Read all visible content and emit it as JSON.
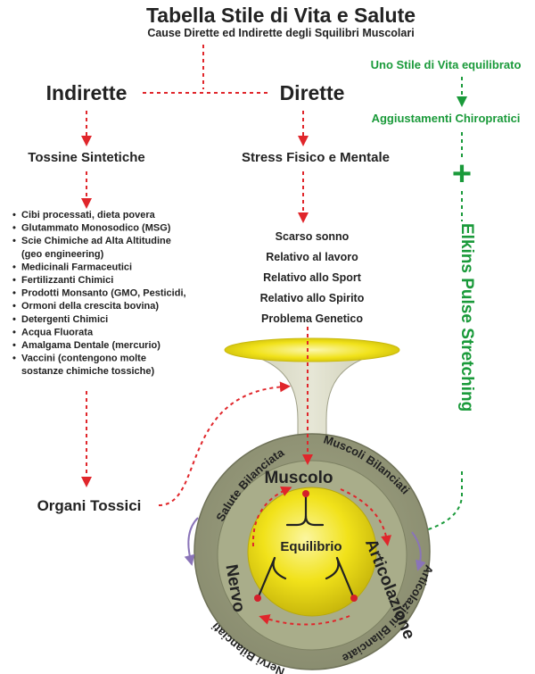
{
  "header": {
    "title": "Tabella Stile di Vita e Salute",
    "subtitle": "Cause Dirette ed Indirette degli Squilibri Muscolari"
  },
  "branches": {
    "indirect": "Indirette",
    "direct": "Dirette"
  },
  "indirect_column": {
    "heading": "Tossine Sintetiche",
    "bullet": "•",
    "items": [
      [
        "Cibi processati, dieta povera"
      ],
      [
        "Glutammato Monosodico (MSG)"
      ],
      [
        "Scie Chimiche ad Alta Altitudine",
        "(geo engineering)"
      ],
      [
        "Medicinali Farmaceutici"
      ],
      [
        "Fertilizzanti Chimici"
      ],
      [
        "Prodotti Monsanto (GMO, Pesticidi,"
      ],
      [
        "Ormoni della crescita bovina)"
      ],
      [
        "Detergenti Chimici"
      ],
      [
        "Acqua Fluorata"
      ],
      [
        "Amalgama Dentale (mercurio)"
      ],
      [
        "Vaccini (contengono molte",
        "sostanze chimiche tossiche)"
      ]
    ],
    "result": "Organi Tossici"
  },
  "direct_column": {
    "heading": "Stress Fisico e Mentale",
    "items": [
      "Scarso sonno",
      "Relativo al lavoro",
      "Relativo allo Sport",
      "Relativo allo Spirito",
      "Problema Genetico"
    ]
  },
  "right_column": {
    "top": "Uno Stile di Vita equilibrato",
    "second": "Aggiustamenti Chiropratici",
    "plus": "+",
    "vertical": "Elkins Pulse Stretching"
  },
  "circle": {
    "center": "Equilibrio",
    "inner": {
      "muscle": "Muscolo",
      "joint": "Articolazione",
      "nerve": "Nervo"
    },
    "outer": {
      "health": "Salute Bilanciata",
      "muscles": "Muscoli Bilanciati",
      "joints": "Articolazioni Bilanciate",
      "nerves": "Nervi Bilanciati"
    }
  },
  "colors": {
    "text": "#222222",
    "red_arrow": "#e0262b",
    "green": "#1a9a3a",
    "outer_ring": "#93967a",
    "inner_ring": "#a9ad8a",
    "yellow": "#f1e21a",
    "purple_arrow": "#8a74b8"
  }
}
